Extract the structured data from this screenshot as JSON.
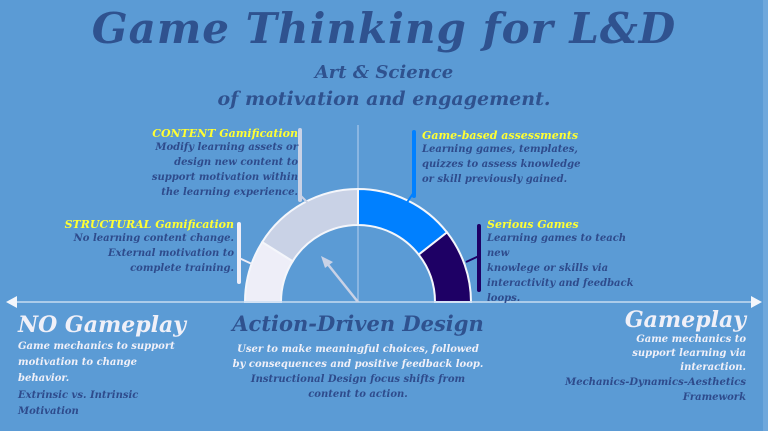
{
  "title": "Game Thinking for L&D",
  "subtitle": {
    "line1": "Art & Science",
    "line2": "of motivation and engagement."
  },
  "colors": {
    "background": "#5b9bd5",
    "title": "#2f528f",
    "heading_yellow": "#ffff33",
    "segment_structural": "#eeeef8",
    "segment_content": "#c9d2e6",
    "segment_game_based": "#0080ff",
    "segment_serious": "#1e0065"
  },
  "quadrants": {
    "content": {
      "heading": "CONTENT Gamification",
      "lines": [
        "Modify learning assets or",
        "design new content to",
        "support motivation within",
        "the learning experience."
      ]
    },
    "structural": {
      "heading": "STRUCTURAL Gamification",
      "lines": [
        "No learning content change.",
        "External motivation to",
        "complete training."
      ]
    },
    "game_based": {
      "heading": "Game-based assessments",
      "lines": [
        "Learning games, templates,",
        "quizzes to assess knowledge",
        "or skill previously gained."
      ]
    },
    "serious": {
      "heading": "Serious Games",
      "lines": [
        "Learning games to teach new",
        "knowlege or skills via",
        "interactivity and feedback",
        "loops."
      ]
    }
  },
  "axis": {
    "left": {
      "title": "NO Gameplay",
      "lines": [
        "Game mechanics to support",
        "motivation to change",
        "behavior."
      ],
      "note_lines": [
        "Extrinsic vs. Intrinsic",
        "Motivation"
      ]
    },
    "center": {
      "title": "Action-Driven Design",
      "lines": [
        "User to make meaningful choices, followed",
        "by consequences and positive feedback loop."
      ],
      "note_lines": [
        "Instructional Design focus shifts from",
        "content to action."
      ]
    },
    "right": {
      "title": "Gameplay",
      "lines": [
        "Game mechanics to",
        "support learning via",
        "interaction."
      ],
      "note_lines": [
        "Mechanics-Dynamics-Aesthetics",
        "Framework"
      ]
    }
  },
  "gauge": {
    "segments": [
      {
        "name": "Structural Gamification",
        "start_deg": 180,
        "end_deg": 148,
        "color": "#eeeef8"
      },
      {
        "name": "Content Gamification",
        "start_deg": 148,
        "end_deg": 90,
        "color": "#c9d2e6"
      },
      {
        "name": "Game-based assessments",
        "start_deg": 90,
        "end_deg": 38,
        "color": "#0080ff"
      },
      {
        "name": "Serious Games",
        "start_deg": 38,
        "end_deg": 0,
        "color": "#1e0065"
      }
    ],
    "needle_angle_deg": 129
  }
}
